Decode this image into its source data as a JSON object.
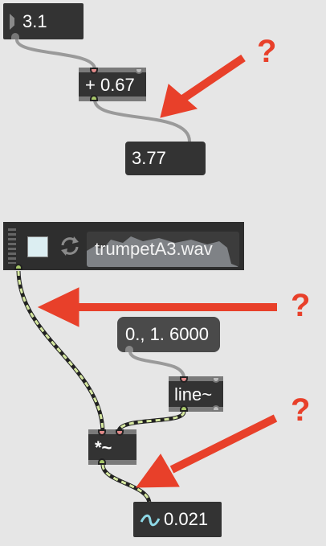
{
  "patch1": {
    "number_in": "3.1",
    "add_object": "+ 0.67",
    "number_out": "3.77"
  },
  "patch2": {
    "player_file": "trumpetA3.wav",
    "message": "0., 1. 6000",
    "line_object": "line~",
    "mult_object": "*~",
    "signal_out": "0.021"
  },
  "annotations": {
    "q1": "?",
    "q2": "?",
    "q3": "?"
  },
  "colors": {
    "arrow": "#e8402a",
    "object_bg": "#333333",
    "patch_bg": "#e6e6e6",
    "signal_cord": "#d6e8a0",
    "inlet_red": "#e38a8a",
    "outlet_green": "#a8c86a"
  },
  "icons": {
    "loop": "loop-icon",
    "waveform": "waveform-icon",
    "signal": "signal-tilde-icon",
    "triangle": "number-triangle-icon"
  }
}
